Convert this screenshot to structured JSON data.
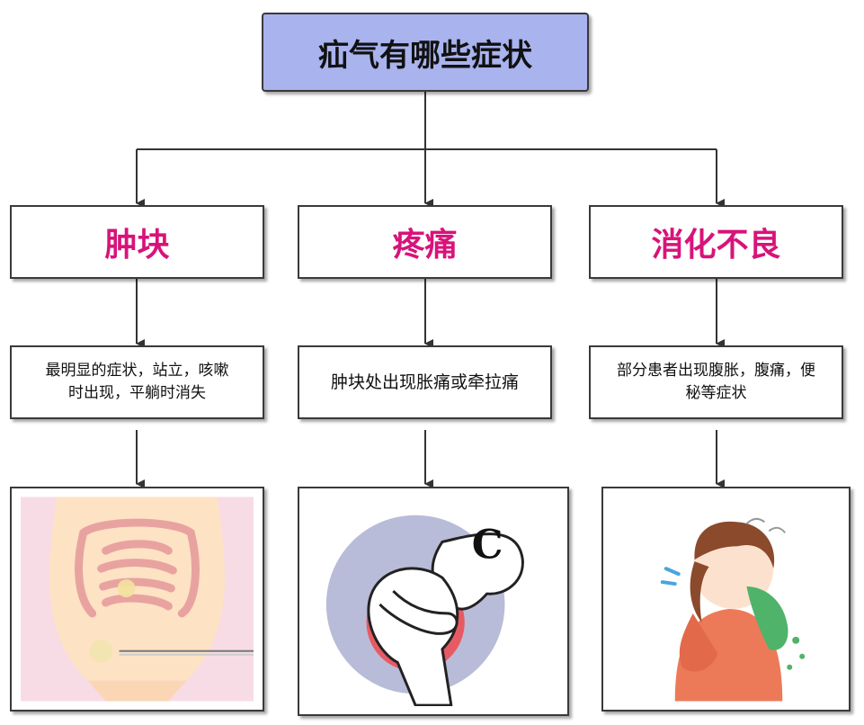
{
  "title": "疝气有哪些症状",
  "colors": {
    "title_box": "#a9b3ee",
    "category_text": "#d8137a",
    "border": "#3a3a3a"
  },
  "branches": [
    {
      "label": "肿块",
      "description": "最明显的症状，站立，咳嗽时出现，平躺时消失",
      "description_line1": "最明显的症状，站立，咳嗽",
      "description_line2": "时出现，平躺时消失",
      "image": "abdomen-intestine-illustration"
    },
    {
      "label": "疼痛",
      "description": "肿块处出现胀痛或牵拉痛",
      "image": "person-holding-painful-abdomen-illustration",
      "image_mark": "C"
    },
    {
      "label": "消化不良",
      "description": "部分患者出现腹胀，腹痛，便秘等症状",
      "description_line1": "部分患者出现腹胀，腹痛，便",
      "description_line2": "秘等症状",
      "image": "girl-vomiting-illustration"
    }
  ]
}
